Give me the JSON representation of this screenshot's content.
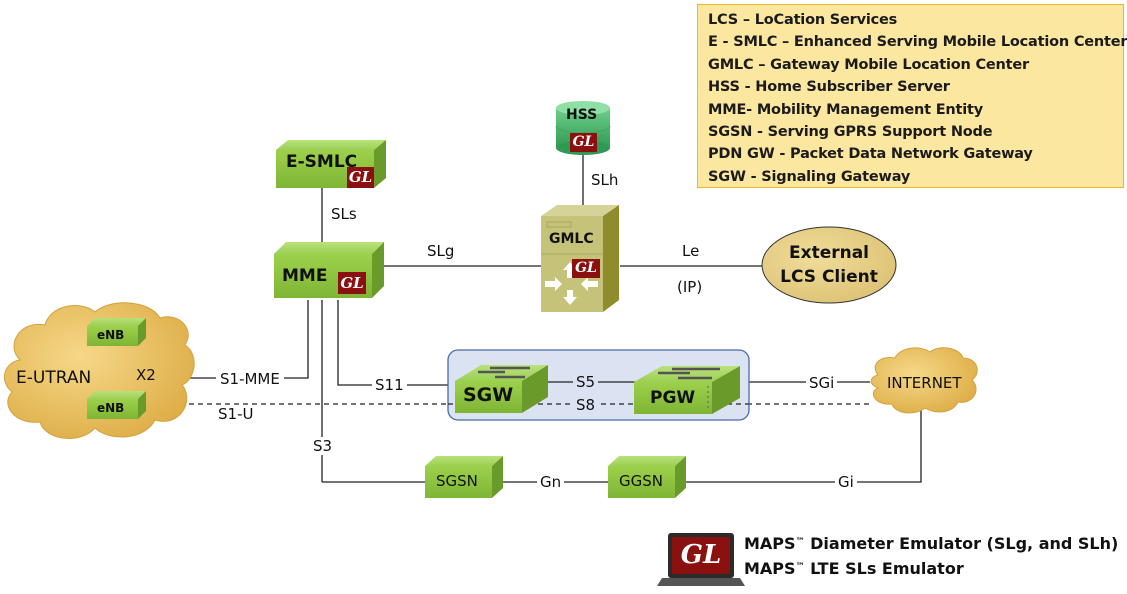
{
  "legend": {
    "entries": [
      "LCS – LoCation Services",
      "E - SMLC – Enhanced Serving Mobile Location Center",
      "GMLC – Gateway Mobile Location Center",
      "HSS - Home Subscriber Server",
      "MME- Mobility Management Entity",
      "SGSN - Serving GPRS Support Node",
      "PDN GW - Packet Data Network Gateway",
      "SGW - Signaling Gateway"
    ]
  },
  "nodes": {
    "esmlc": "E-SMLC",
    "mme": "MME",
    "hss": "HSS",
    "gmlc": "GMLC",
    "external_client_line1": "External",
    "external_client_line2": "LCS Client",
    "eutran": "E-UTRAN",
    "enb_top": "eNB",
    "enb_bottom": "eNB",
    "sgw": "SGW",
    "pgw": "PGW",
    "internet": "INTERNET",
    "sgsn": "SGSN",
    "ggsn": "GGSN",
    "gl_badge": "GL"
  },
  "interfaces": {
    "sls": "SLs",
    "slh": "SLh",
    "slg": "SLg",
    "le": "Le",
    "ip": "(IP)",
    "x2": "X2",
    "s1_mme": "S1-MME",
    "s1_u": "S1-U",
    "s11": "S11",
    "s5": "S5",
    "s8": "S8",
    "sgi": "SGi",
    "s3": "S3",
    "gn": "Gn",
    "gi": "Gi"
  },
  "footer": {
    "line1_prefix": "MAPS",
    "line1_tm": "™",
    "line1_suffix": " Diameter Emulator (SLg, and SLh)",
    "line2_prefix": "MAPS",
    "line2_tm": "™",
    "line2_suffix": " LTE SLs Emulator",
    "laptop_badge": "GL"
  },
  "colors": {
    "node_green": "#8dc63f",
    "node_green_dark": "#6a9a2a",
    "gmlc_khaki": "#c5c27a",
    "cloud_gold": "#e6b84f",
    "legend_bg": "#fce7a0",
    "gl_red": "#8b1010",
    "gateway_group_bg": "#dbe3f3"
  }
}
